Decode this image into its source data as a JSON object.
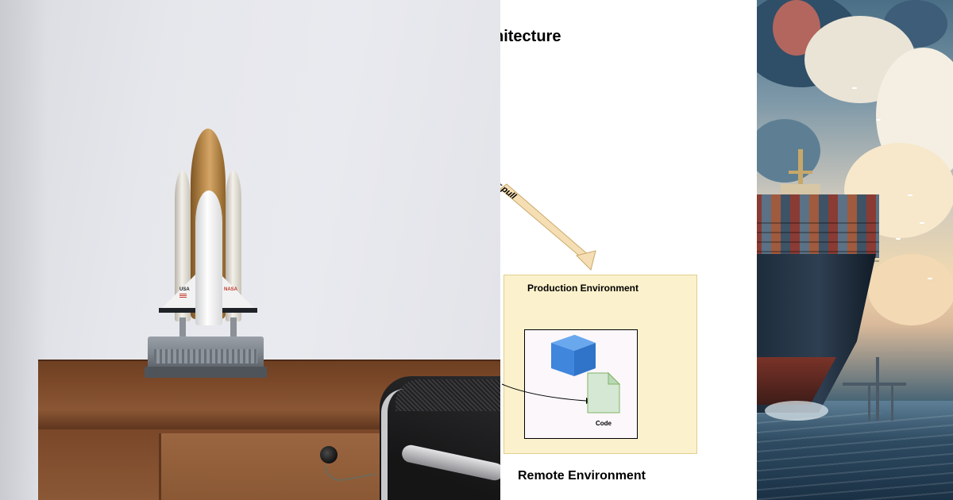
{
  "panels": {
    "left_photo": {
      "subject": "space-shuttle-model-on-desk",
      "printed_text": {
        "orbiter_country": "USA",
        "orbiter_agency": "NASA"
      }
    },
    "middle_diagram": {
      "title_fragment": "hitecture",
      "arrow_label_fragment": "er pull",
      "production_environment_label": "Production Environment",
      "code_label": "Code",
      "remote_environment_label": "Remote Environment",
      "colors": {
        "production_bg": "#fbf1cc",
        "arrow": "#f5deb3",
        "cube": "#4a90e2",
        "code_doc": "#d5e8d4"
      }
    },
    "right_painting": {
      "subject": "container-ship-at-sea-painting"
    }
  }
}
